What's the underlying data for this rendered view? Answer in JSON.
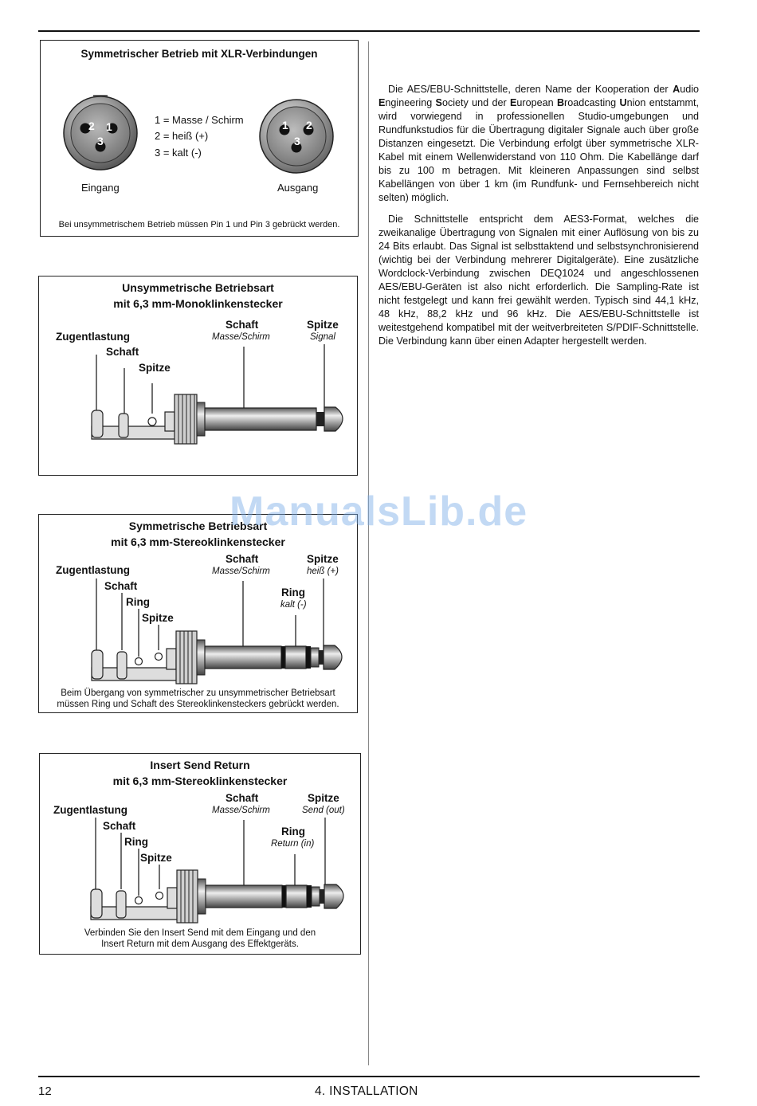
{
  "xlr": {
    "title": "Symmetrischer Betrieb mit XLR-Verbindungen",
    "legend": [
      "1 = Masse / Schirm",
      "2 = heiß  (+)",
      "3 = kalt (-)"
    ],
    "female_pins": [
      "2",
      "1",
      "3"
    ],
    "male_pins": [
      "1",
      "2",
      "3"
    ],
    "input_label": "Eingang",
    "output_label": "Ausgang",
    "note": "Bei unsymmetrischem Betrieb müssen Pin 1 und Pin 3 gebrückt werden."
  },
  "mono": {
    "title1": "Unsymmetrische Betriebsart",
    "title2": "mit 6,3 mm-Monoklinkenstecker",
    "strain": "Zugentlastung",
    "sleeve_small": "Schaft",
    "tip_small": "Spitze",
    "sleeve": "Schaft",
    "sleeve_sub": "Masse/Schirm",
    "tip": "Spitze",
    "tip_sub": "Signal"
  },
  "stereo": {
    "title1": "Symmetrische Betriebsart",
    "title2": "mit 6,3 mm-Stereoklinkenstecker",
    "strain": "Zugentlastung",
    "sleeve_small": "Schaft",
    "ring_small": "Ring",
    "tip_small": "Spitze",
    "sleeve": "Schaft",
    "sleeve_sub": "Masse/Schirm",
    "tip": "Spitze",
    "tip_sub": "heiß (+)",
    "ring": "Ring",
    "ring_sub": "kalt (-)",
    "note1": "Beim Übergang von symmetrischer zu unsymmetrischer Betriebsart",
    "note2": "müssen Ring und Schaft des Stereoklinkensteckers gebrückt werden."
  },
  "insert": {
    "title1": "Insert Send Return",
    "title2": "mit 6,3 mm-Stereoklinkenstecker",
    "strain": "Zugentlastung",
    "sleeve_small": "Schaft",
    "ring_small": "Ring",
    "tip_small": "Spitze",
    "sleeve": "Schaft",
    "sleeve_sub": "Masse/Schirm",
    "tip": "Spitze",
    "tip_sub": "Send (out)",
    "ring": "Ring",
    "ring_sub": "Return (in)",
    "note1": "Verbinden Sie den Insert Send mit dem Eingang und den",
    "note2": "Insert Return mit dem Ausgang des Effektgeräts."
  },
  "text": {
    "para1": "Die AES/EBU-Schnittstelle, deren Name der Kooperation der Audio Engineering Society und der European Broadcasting Union entstammt, wird vorwiegend in professionellen Studio-umgebungen und Rundfunkstudios für die Übertragung digitaler Signale auch über große Distanzen eingesetzt. Die Verbindung erfolgt über symmetrische XLR-Kabel mit einem Wellenwiderstand von 110 Ohm. Die Kabellänge darf bis zu 100 m betragen. Mit kleineren Anpassungen sind selbst Kabellängen von über 1 km (im Rundfunk- und Fernsehbereich nicht selten) möglich.",
    "para2": "Die Schnittstelle entspricht dem AES3-Format, welches die zweikanalige Übertragung von Signalen mit einer Auflösung von bis zu 24 Bits erlaubt. Das Signal ist selbsttaktend und selbstsynchronisierend (wichtig bei der Verbindung mehrerer Digitalgeräte). Eine zusätzliche Wordclock-Verbindung zwischen DEQ1024 und angeschlossenen AES/EBU-Geräten ist also nicht erforderlich. Die Sampling-Rate ist nicht festgelegt und kann frei gewählt werden. Typisch sind 44,1 kHz, 48 kHz, 88,2 kHz und 96 kHz. Die AES/EBU-Schnittstelle ist weitestgehend kompatibel mit der weitverbreiteten S/PDIF-Schnittstelle. Die Verbindung kann über einen Adapter hergestellt werden."
  },
  "watermark": "ManualsLib.de",
  "footer": {
    "page_number": "12",
    "chapter": "4. INSTALLATION"
  }
}
